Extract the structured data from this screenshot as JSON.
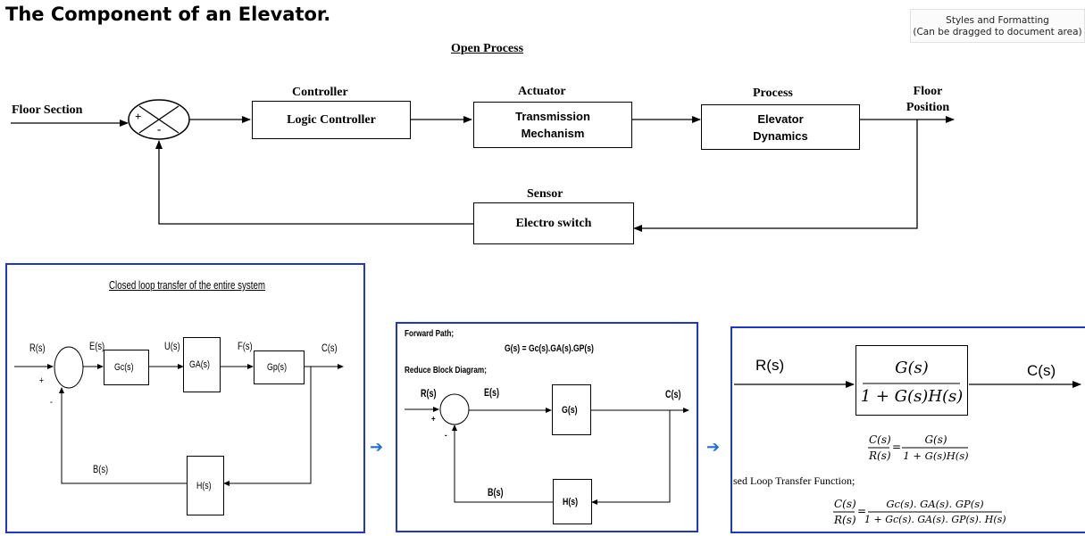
{
  "title": "The Component of an Elevator.",
  "styles_panel": {
    "line1": "Styles and Formatting",
    "line2": "(Can be dragged to document area)"
  },
  "top": {
    "heading": "Open Process",
    "input_label": "Floor Section",
    "plus": "+",
    "minus": "-",
    "controller": {
      "caption": "Controller",
      "text": "Logic Controller"
    },
    "actuator": {
      "caption": "Actuator",
      "line1": "Transmission",
      "line2": "Mechanism"
    },
    "process": {
      "caption": "Process",
      "line1": "Elevator",
      "line2": "Dynamics"
    },
    "output": {
      "line1": "Floor",
      "line2": "Position"
    },
    "sensor": {
      "caption": "Sensor",
      "text": "Electro switch"
    }
  },
  "panel1": {
    "heading": "Closed loop transfer of the entire system",
    "R": "R(s)",
    "E": "E(s)",
    "U": "U(s)",
    "F": "F(s)",
    "C": "C(s)",
    "B": "B(s)",
    "Gc": "Gc(s)",
    "GA": "GA(s)",
    "Gp": "Gp(s)",
    "H": "H(s)",
    "plus": "+",
    "minus": "-"
  },
  "panel2": {
    "forward": "Forward Path;",
    "eq": "G(s) = Gc(s).GA(s).GP(s)",
    "reduce": "Reduce Block Diagram;",
    "R": "R(s)",
    "E": "E(s)",
    "C": "C(s)",
    "B": "B(s)",
    "G": "G(s)",
    "H": "H(s)",
    "plus": "+",
    "minus": "-"
  },
  "panel3": {
    "R": "R(s)",
    "C": "C(s)",
    "num": "G(s)",
    "den": "1 + G(s)H(s)",
    "f1_lhs_num": "C(s)",
    "f1_lhs_den": "R(s)",
    "f1_rhs_num": "G(s)",
    "f1_rhs_den": "1 + G(s)H(s)",
    "caption": "sed Loop Transfer Function;",
    "f2_lhs_num": "C(s)",
    "f2_lhs_den": "R(s)",
    "f2_rhs_num": "Gc(s). GA(s). GP(s)",
    "f2_rhs_den": "1 + Gc(s). GA(s). GP(s). H(s)",
    "equals": "="
  }
}
